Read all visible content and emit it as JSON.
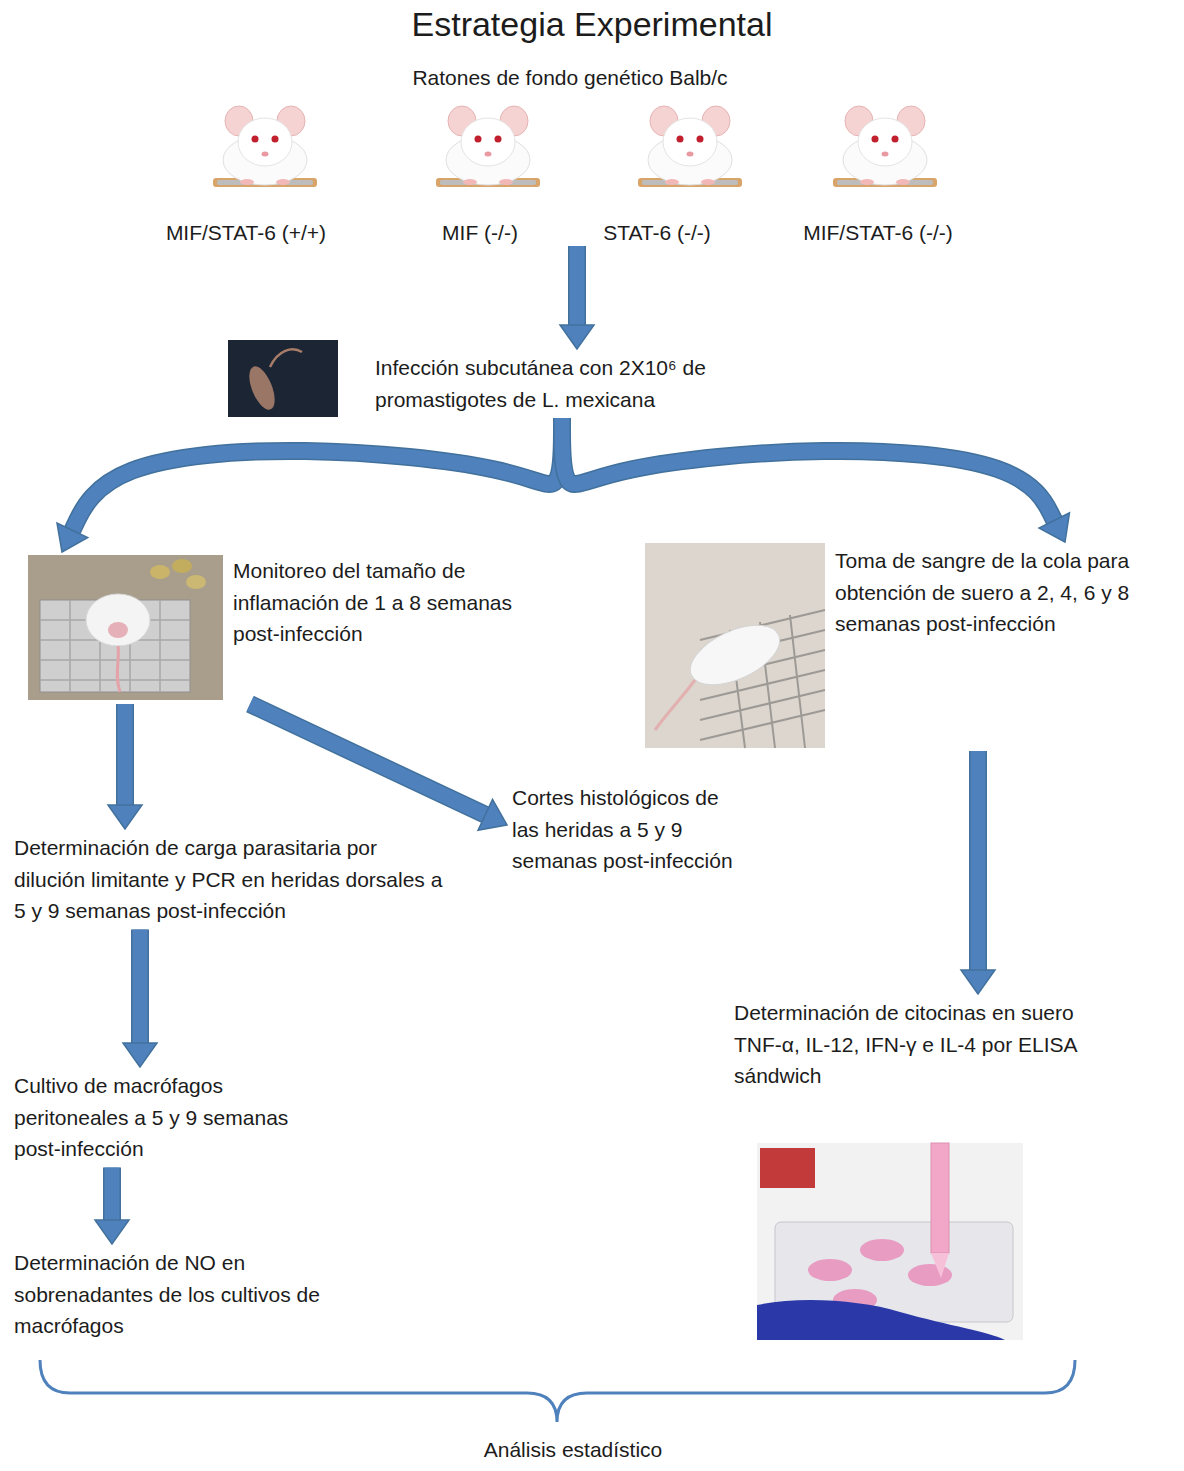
{
  "diagram": {
    "title": "Estrategia Experimental",
    "nodes": [
      {
        "text": [
          "Ratones de fondo genético Balb/c"
        ]
      },
      {
        "text": [
          "MIF/STAT-6 (+/+)"
        ],
        "in": 0
      },
      {
        "text": [
          "MIF (-/-)"
        ],
        "in": 0
      },
      {
        "text": [
          "STAT-6 (-/-)"
        ],
        "in": 0
      },
      {
        "text": [
          "MIF/STAT-6 (-/-)"
        ],
        "in": 0
      },
      {
        "text": [
          "Infección subcutánea con 2X10⁶ de promastigotes de L. mexicana"
        ]
      },
      {
        "text": [
          "Monitoreo del tamaño de inflamación de 1 a 8 semanas post-infección"
        ]
      },
      {
        "text": [
          "Toma de sangre de la cola para obtención de suero a 2, 4, 6 y 8 semanas post-infección"
        ]
      },
      {
        "text": [
          "Determinación de carga parasitaria por dilución limitante y PCR en heridas dorsales a 5 y 9 semanas post-infección"
        ]
      },
      {
        "text": [
          "Cortes histológicos de las heridas a 5 y 9 semanas post-infección"
        ]
      },
      {
        "text": [
          "Cultivo de macrófagos peritoneales a 5 y 9 semanas post-infección"
        ]
      },
      {
        "text": [
          "Determinación de NO en sobrenadantes de los cultivos de macrófagos"
        ]
      },
      {
        "text": [
          "Determinación de citocinas en suero TNF-α, IL-12, IFN-γ e IL-4 por ELISA sándwich"
        ]
      }
    ],
    "edges": [
      {
        "from": 0,
        "to": 5,
        "arrow": "to"
      },
      {
        "from": 5,
        "to": 6,
        "arrow": "to"
      },
      {
        "from": 5,
        "to": 7,
        "arrow": "to"
      },
      {
        "from": 6,
        "to": 8,
        "arrow": "to"
      },
      {
        "from": 6,
        "to": 9,
        "arrow": "to"
      },
      {
        "from": 8,
        "to": 10,
        "arrow": "to"
      },
      {
        "from": 10,
        "to": 11,
        "arrow": "to"
      },
      {
        "from": 7,
        "to": 12,
        "arrow": "to"
      }
    ],
    "labels": [
      "Análisis estadístico"
    ]
  }
}
